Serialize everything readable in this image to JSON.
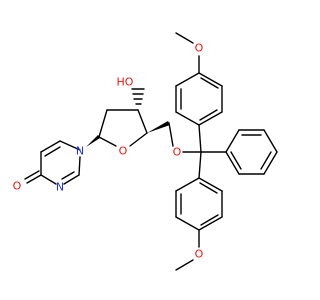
{
  "colors": {
    "bond": "#000000",
    "oxygen": "#e8190e",
    "nitrogen": "#2233dd",
    "background": "#ffffff"
  },
  "atoms": {
    "ho": "HO",
    "ring_o": "O",
    "ether_o": "O",
    "carbonyl_o": "O",
    "n1": "N",
    "n3": "N",
    "methoxy_top": "O",
    "methoxy_bottom": "O"
  }
}
